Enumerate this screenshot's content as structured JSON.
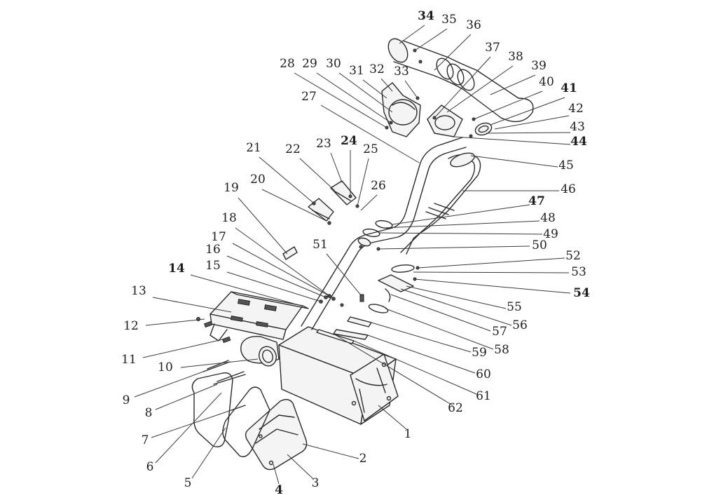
{
  "callouts": [
    {
      "number": "1",
      "bold": false
    },
    {
      "number": "2",
      "bold": false
    },
    {
      "number": "3",
      "bold": false
    },
    {
      "number": "4",
      "bold": true
    },
    {
      "number": "5",
      "bold": false
    },
    {
      "number": "6",
      "bold": false
    },
    {
      "number": "7",
      "bold": false
    },
    {
      "number": "8",
      "bold": false
    },
    {
      "number": "9",
      "bold": false
    },
    {
      "number": "10",
      "bold": false
    },
    {
      "number": "11",
      "bold": false
    },
    {
      "number": "12",
      "bold": false
    },
    {
      "number": "13",
      "bold": false
    },
    {
      "number": "14",
      "bold": true
    },
    {
      "number": "15",
      "bold": false
    },
    {
      "number": "16",
      "bold": false
    },
    {
      "number": "17",
      "bold": false
    },
    {
      "number": "18",
      "bold": false
    },
    {
      "number": "19",
      "bold": false
    },
    {
      "number": "20",
      "bold": false
    },
    {
      "number": "21",
      "bold": false
    },
    {
      "number": "22",
      "bold": false
    },
    {
      "number": "23",
      "bold": false
    },
    {
      "number": "24",
      "bold": true
    },
    {
      "number": "25",
      "bold": false
    },
    {
      "number": "26",
      "bold": false
    },
    {
      "number": "27",
      "bold": false
    },
    {
      "number": "28",
      "bold": false
    },
    {
      "number": "29",
      "bold": false
    },
    {
      "number": "30",
      "bold": false
    },
    {
      "number": "31",
      "bold": false
    },
    {
      "number": "32",
      "bold": false
    },
    {
      "number": "33",
      "bold": false
    },
    {
      "number": "34",
      "bold": true
    },
    {
      "number": "35",
      "bold": false
    },
    {
      "number": "36",
      "bold": false
    },
    {
      "number": "37",
      "bold": false
    },
    {
      "number": "38",
      "bold": false
    },
    {
      "number": "39",
      "bold": false
    },
    {
      "number": "40",
      "bold": false
    },
    {
      "number": "41",
      "bold": true
    },
    {
      "number": "42",
      "bold": false
    },
    {
      "number": "43",
      "bold": false
    },
    {
      "number": "44",
      "bold": true
    },
    {
      "number": "45",
      "bold": false
    },
    {
      "number": "46",
      "bold": false
    },
    {
      "number": "47",
      "bold": true
    },
    {
      "number": "48",
      "bold": false
    },
    {
      "number": "49",
      "bold": false
    },
    {
      "number": "50",
      "bold": false
    },
    {
      "number": "51",
      "bold": false
    },
    {
      "number": "52",
      "bold": false
    },
    {
      "number": "53",
      "bold": false
    },
    {
      "number": "54",
      "bold": true
    },
    {
      "number": "55",
      "bold": false
    },
    {
      "number": "56",
      "bold": false
    },
    {
      "number": "57",
      "bold": false
    },
    {
      "number": "58",
      "bold": false
    },
    {
      "number": "59",
      "bold": false
    },
    {
      "number": "60",
      "bold": false
    },
    {
      "number": "61",
      "bold": false
    },
    {
      "number": "62",
      "bold": false
    }
  ]
}
